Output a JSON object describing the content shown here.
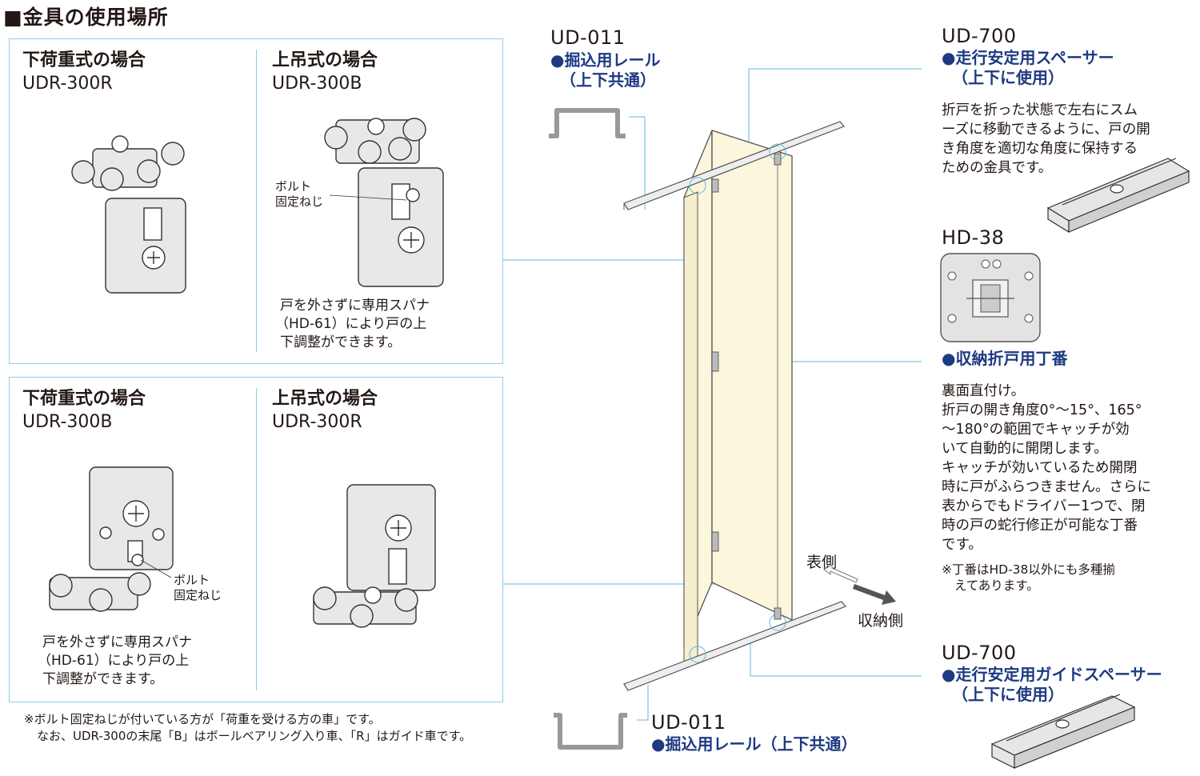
{
  "title": "■金具の使用場所",
  "panels": {
    "top_left": {
      "heading": "下荷重式の場合",
      "model": "UDR-300R"
    },
    "top_right": {
      "heading": "上吊式の場合",
      "model": "UDR-300B",
      "callout": [
        "ボルト",
        "固定ねじ"
      ],
      "note": [
        "戸を外さずに専用スパナ",
        "（HD-61）により戸の上",
        "下調整ができます。"
      ]
    },
    "bottom_left": {
      "heading": "下荷重式の場合",
      "model": "UDR-300B",
      "callout": [
        "ボルト",
        "固定ねじ"
      ],
      "note": [
        "戸を外さずに専用スパナ",
        "（HD-61）により戸の上",
        "下調整ができます。"
      ]
    },
    "bottom_right": {
      "heading": "上吊式の場合",
      "model": "UDR-300R"
    }
  },
  "footnote": [
    "※ボルト固定ねじが付いている方が「荷重を受ける方の車」です。",
    "なお、UDR-300の末尾「B」はボールベアリング入り車、「R」はガイド車です。"
  ],
  "rail_top": {
    "code": "UD-011",
    "label": "●掘込用レール",
    "label2": "（上下共通）"
  },
  "rail_bottom": {
    "code": "UD-011",
    "label": "●掘込用レール（上下共通）"
  },
  "arrows": {
    "front": "表側",
    "storage": "収納側"
  },
  "spacer": {
    "code": "UD-700",
    "label": "●走行安定用スペーサー",
    "label2": "（上下に使用）",
    "desc": [
      "折戸を折った状態で左右にスム",
      "ーズに移動できるように、戸の開",
      "き角度を適切な角度に保持する",
      "ための金具です。"
    ]
  },
  "hinge": {
    "code": "HD-38",
    "label": "●収納折戸用丁番",
    "desc": [
      "裏面直付け。",
      "折戸の開き角度0°〜15°、165°",
      "〜180°の範囲でキャッチが効",
      "いて自動的に開閉します。",
      "キャッチが効いているため開閉",
      "時に戸がふらつきません。さらに",
      "表からでもドライバー1つで、閉",
      "時の戸の蛇行修正が可能な丁番",
      "です。"
    ],
    "note": [
      "※丁番はHD-38以外にも多種揃",
      "えてあります。"
    ]
  },
  "guide_spacer": {
    "code": "UD-700",
    "label": "●走行安定用ガイドスペーサー",
    "label2": "（上下に使用）"
  },
  "colors": {
    "frame": "#8fcfe8",
    "leader": "#5bb8de",
    "blue_text": "#1d3a82",
    "door_fill": "#fbf6dc"
  }
}
